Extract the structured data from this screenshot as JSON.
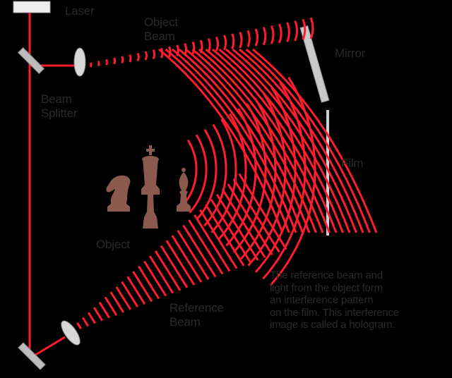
{
  "labels": {
    "laser": "Laser",
    "object_beam": [
      "Object",
      "Beam"
    ],
    "mirror": "Mirror",
    "beam_splitter": [
      "Beam",
      "Splitter"
    ],
    "film": "Film",
    "object": "Object",
    "reference_beam": [
      "Reference",
      "Beam"
    ],
    "caption": [
      "The reference beam and",
      "light from the object form",
      "an interference pattern",
      "on the film. This interference",
      "image is called a hologram."
    ]
  },
  "colors": {
    "background": "#000000",
    "beam": "#ff1c2e",
    "optics": "#b9b9b9",
    "chess_pieces": "#8b5a4c"
  }
}
